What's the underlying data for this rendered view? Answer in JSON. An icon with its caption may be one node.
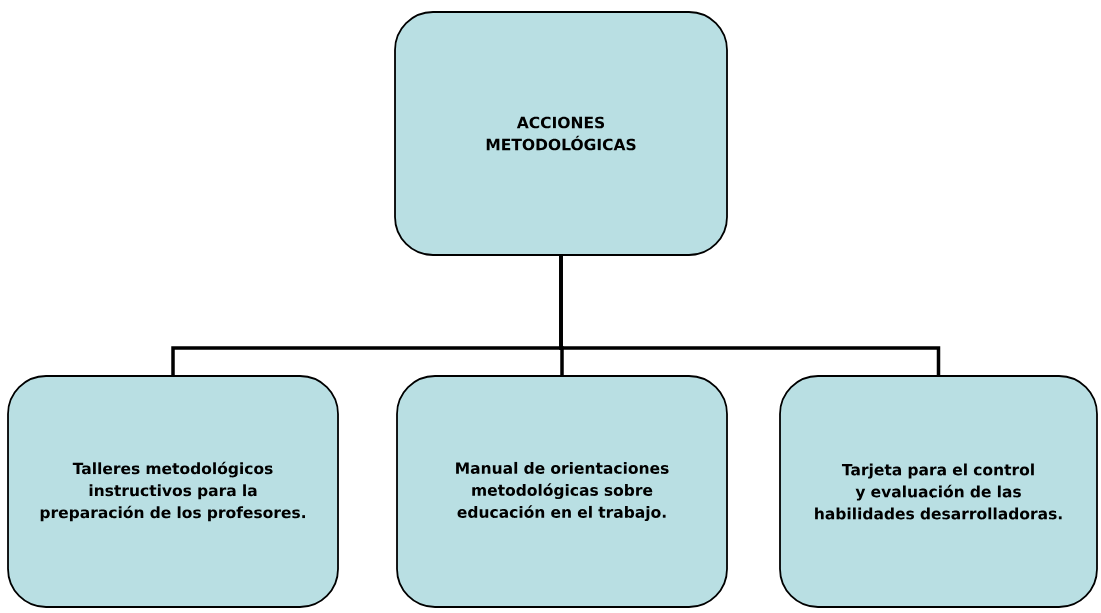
{
  "diagram": {
    "nodes": [
      {
        "text": [
          "ACCIONES METODOLÓGICAS"
        ]
      },
      {
        "text": [
          "Talleres metodológicos instructivos para la preparación de los profesores."
        ]
      },
      {
        "text": [
          "Manual de orientaciones metodológicas sobre educación en el trabajo."
        ]
      },
      {
        "text": [
          "Tarjeta para el control y evaluación de las habilidades desarrolladoras."
        ]
      }
    ],
    "edges": [
      {
        "from": 0,
        "to": 1,
        "arrow": "none"
      },
      {
        "from": 0,
        "to": 2,
        "arrow": "none"
      },
      {
        "from": 0,
        "to": 3,
        "arrow": "none"
      }
    ]
  }
}
